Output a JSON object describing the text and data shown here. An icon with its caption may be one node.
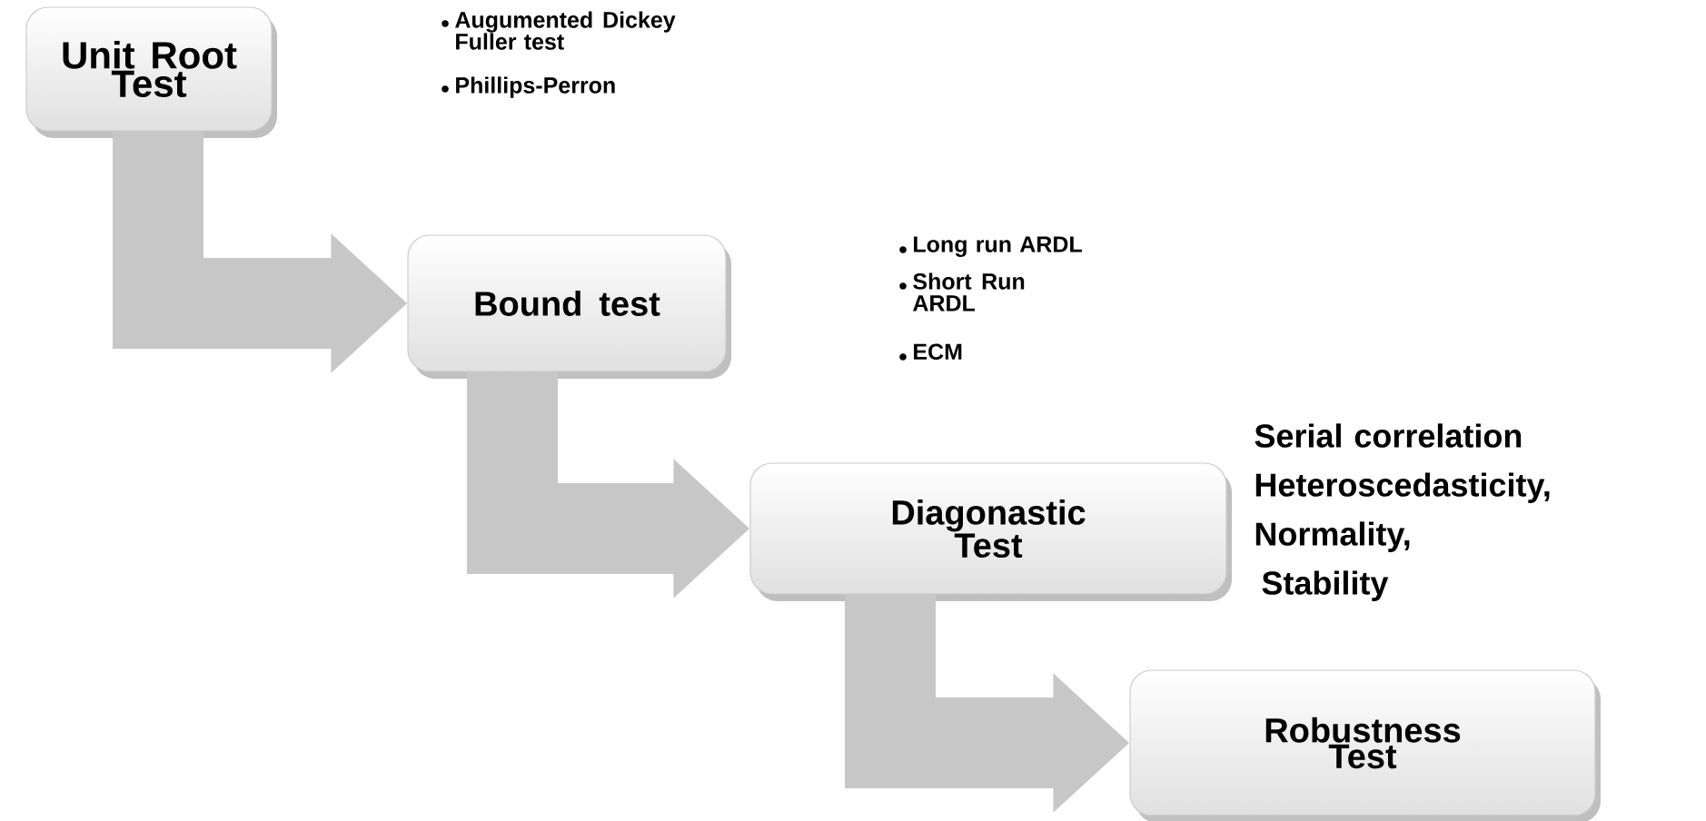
{
  "diagram": {
    "nodes": [
      {
        "text": [
          "Unit Root Test"
        ],
        "beside": [
          "Augumented Dickey Fuller test",
          "Phillips-Perron"
        ]
      },
      {
        "text": [
          "Bound test"
        ],
        "beside": [
          "Long run ARDL",
          "Short Run ARDL",
          "ECM"
        ]
      },
      {
        "text": [
          "Diagonastic Test"
        ],
        "beside": [
          "Serial correlation",
          "Heteroscedasticity,",
          "Normality,",
          "Stability"
        ]
      },
      {
        "text": [
          "Robustness Test"
        ]
      }
    ],
    "edges": [
      {
        "from": 0,
        "to": 1,
        "arrow": "to"
      },
      {
        "from": 1,
        "to": 2,
        "arrow": "to"
      },
      {
        "from": 2,
        "to": 3,
        "arrow": "to"
      }
    ]
  }
}
